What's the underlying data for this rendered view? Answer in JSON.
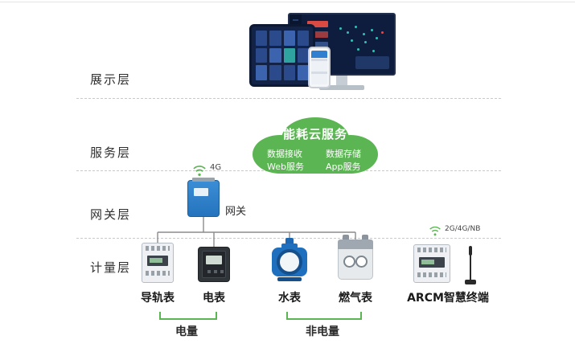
{
  "layers": {
    "display": "展示层",
    "service": "服务层",
    "gateway": "网关层",
    "metering": "计量层"
  },
  "cloud": {
    "title": "能耗云服务",
    "items": [
      "数据接收",
      "数据存储",
      "Web服务",
      "App服务"
    ]
  },
  "gateway": {
    "label": "网关",
    "signal": "4G"
  },
  "arcm": {
    "label": "ARCM智慧终端",
    "signal": "2G/4G/NB"
  },
  "meters": [
    "导轨表",
    "电表",
    "水表",
    "燃气表"
  ],
  "groups": {
    "electric": "电量",
    "non_electric": "非电量"
  },
  "icons": {
    "wifi": "wifi-signal-arcs",
    "antenna": "whip-antenna",
    "cloud": "cloud-shape"
  },
  "colors": {
    "cloud_green": "#5bb552",
    "device_blue": "#2c7fc8",
    "line_gray": "#8c8c8c",
    "text_dark": "#2f2f2f"
  }
}
